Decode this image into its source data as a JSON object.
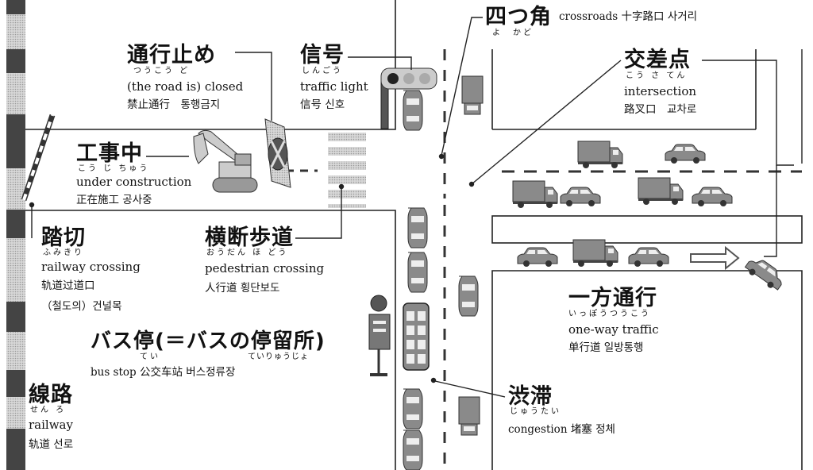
{
  "terms": {
    "crossroads": {
      "jp": "四つ角",
      "ruby": "よ　かど",
      "en": "crossroads",
      "cn": "十字路口",
      "ko": "사거리"
    },
    "closed": {
      "jp": "通行止め",
      "ruby": "つうこう ど",
      "en": "(the road is) closed",
      "cn": "禁止通行",
      "ko": "통행금지"
    },
    "signal": {
      "jp": "信号",
      "ruby": "しんごう",
      "en": "traffic light",
      "cn": "信号",
      "ko": "신호"
    },
    "intersection": {
      "jp": "交差点",
      "ruby": "こう さ てん",
      "en": "intersection",
      "cn": "路叉口",
      "ko": "교차로"
    },
    "construction": {
      "jp": "工事中",
      "ruby": "こう じ ちゅう",
      "en": "under construction",
      "cn": "正在施工",
      "ko": "공사중"
    },
    "railway_crossing": {
      "jp": "踏切",
      "ruby": "ふみきり",
      "en": "railway crossing",
      "cn": "轨道过道口",
      "ko": "（철도의）건널목"
    },
    "pedestrian": {
      "jp": "横断歩道",
      "ruby": "おうだん ほ どう",
      "en": "pedestrian crossing",
      "cn": "人行道",
      "ko": "횡단보도"
    },
    "one_way": {
      "jp": "一方通行",
      "ruby": "いっぽうつうこう",
      "en": "one-way traffic",
      "cn": "单行道",
      "ko": "일방통행"
    },
    "bus_stop": {
      "jp": "バス停(＝バスの停留所)",
      "ruby1": "てい",
      "ruby2": "ていりゅうじょ",
      "en": "bus stop",
      "cn": "公交车站",
      "ko": "버스정류장"
    },
    "congestion": {
      "jp": "渋滞",
      "ruby": "じゅうたい",
      "en": "congestion",
      "cn": "堵塞",
      "ko": "정체"
    },
    "railway": {
      "jp": "線路",
      "ruby": "せん ろ",
      "en": "railway",
      "cn": "轨道",
      "ko": "선로"
    }
  }
}
